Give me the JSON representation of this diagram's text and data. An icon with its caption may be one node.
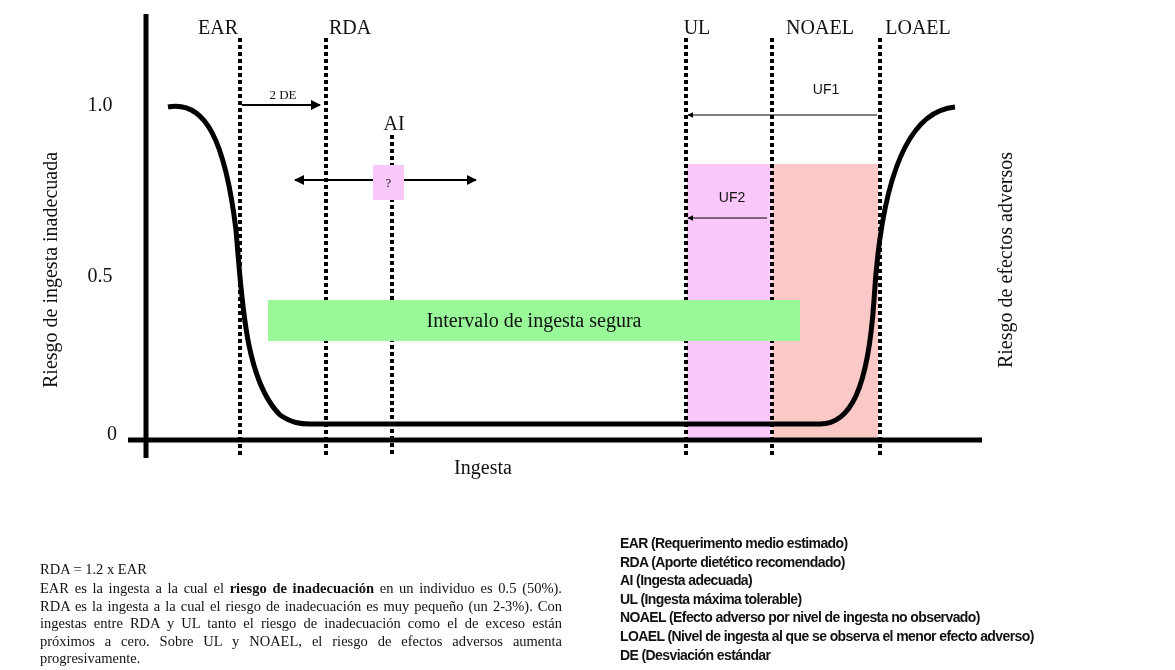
{
  "diagram": {
    "nodes": [
      {
        "text": [
          "?"
        ]
      },
      {
        "text": [
          "Intervalo de ingesta segura"
        ]
      }
    ],
    "labels": [
      "EAR",
      "RDA",
      "UL",
      "NOAEL",
      "LOAEL",
      "2 DE",
      "UF1",
      "1.0",
      "AI",
      "UF2",
      "0.5",
      "0",
      "Riesgo de ingesta inadecuada",
      "Riesgo de efectos adversos",
      "Ingesta",
      "EAR (Requerimento medio estimado)",
      "RDA (Aporte dietético recomendado)",
      "AI (Ingesta adecuada)",
      "UL (Ingesta máxima tolerable)",
      "NOAEL (Efecto adverso por nivel de ingesta no observado)",
      "LOAEL (Nivel de ingesta al que se observa el menor efecto adverso)",
      "DE (Desviación estándar",
      "RDA = 1.2 x EAR",
      "EAR es la ingesta a la cual el **riesgo de inadecuación** en un individuo es 0.5 (50%). RDA es la ingesta a la cual el riesgo de inadecuación es muy pequeño (un 2-3%). Con ingestas entre RDA y UL tanto el riesgo de inadecuación como el de exceso están próximos a cero. Sobre UL y NOAEL, el riesgo de efectos adversos aumenta progresivamente."
    ]
  }
}
